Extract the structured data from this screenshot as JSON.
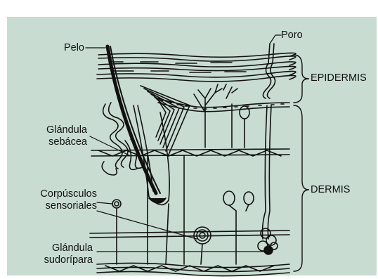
{
  "labels": {
    "pelo": "Pelo",
    "poro": "Poro",
    "epidermis": "EPIDERMIS",
    "glandula_sebacea_line1": "Glándula",
    "glandula_sebacea_line2": "sebácea",
    "dermis": "DERMIS",
    "corpusculos_line1": "Corpúsculos",
    "corpusculos_line2": "sensoriales",
    "glandula_sudoripara_line1": "Glándula",
    "glandula_sudoripara_line2": "sudorípara"
  },
  "colors": {
    "background": "#c9dcd2",
    "ink": "#111111"
  }
}
